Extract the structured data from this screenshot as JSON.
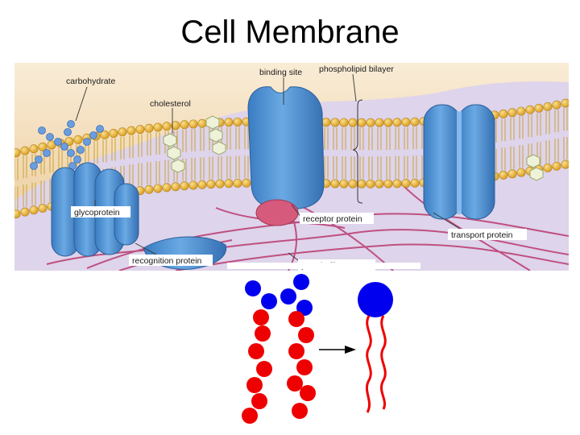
{
  "title": "Cell Membrane",
  "membrane": {
    "labels": {
      "carbohydrate": "carbohydrate",
      "cholesterol": "cholesterol",
      "binding_site": "binding site",
      "phospholipid_bilayer": "phospholipid bilayer",
      "glycoprotein": "glycoprotein",
      "receptor_protein": "receptor protein",
      "transport_protein": "transport protein",
      "recognition_protein": "recognition protein",
      "protein_filaments": "protein filaments"
    },
    "colors": {
      "extracellular": "#f6e3c6",
      "intracellular": "#ddd3ea",
      "lipid_head": "#e5b73a",
      "lipid_tail": "#c9a23a",
      "protein": "#4b8fd1",
      "receptor": "#d65a7c",
      "filament": "#b9396e"
    }
  },
  "molecule": {
    "colors": {
      "head": "#0000ee",
      "tail": "#ee0000",
      "arrow": "#000000"
    }
  }
}
